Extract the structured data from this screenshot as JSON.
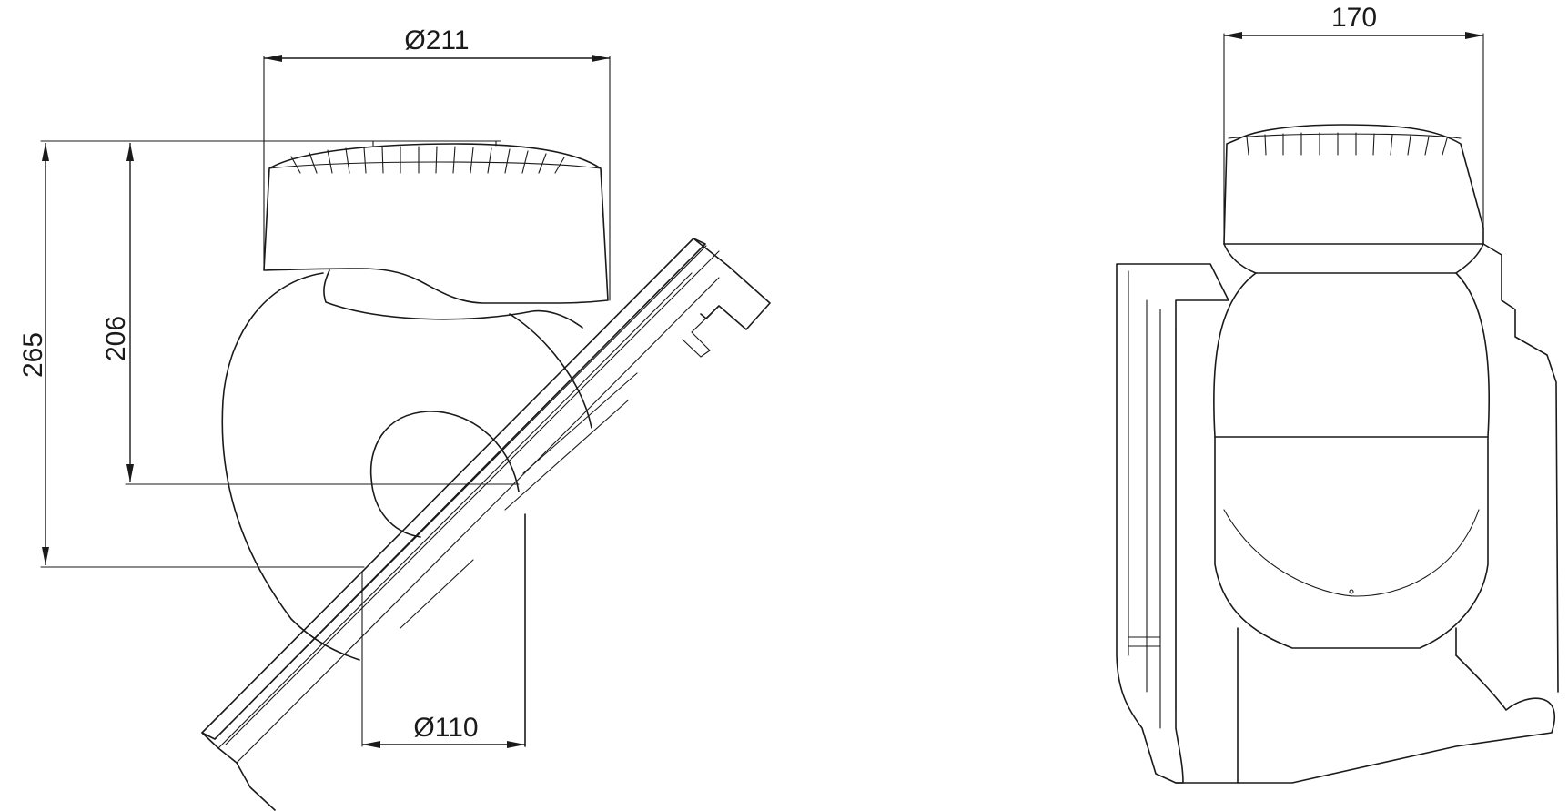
{
  "dimensions": {
    "top_diameter": "Ø211",
    "overall_height": "265",
    "body_height": "206",
    "pipe_diameter": "Ø110",
    "side_width": "170"
  },
  "colors": {
    "line": "#1a1a1a",
    "background": "#ffffff"
  }
}
